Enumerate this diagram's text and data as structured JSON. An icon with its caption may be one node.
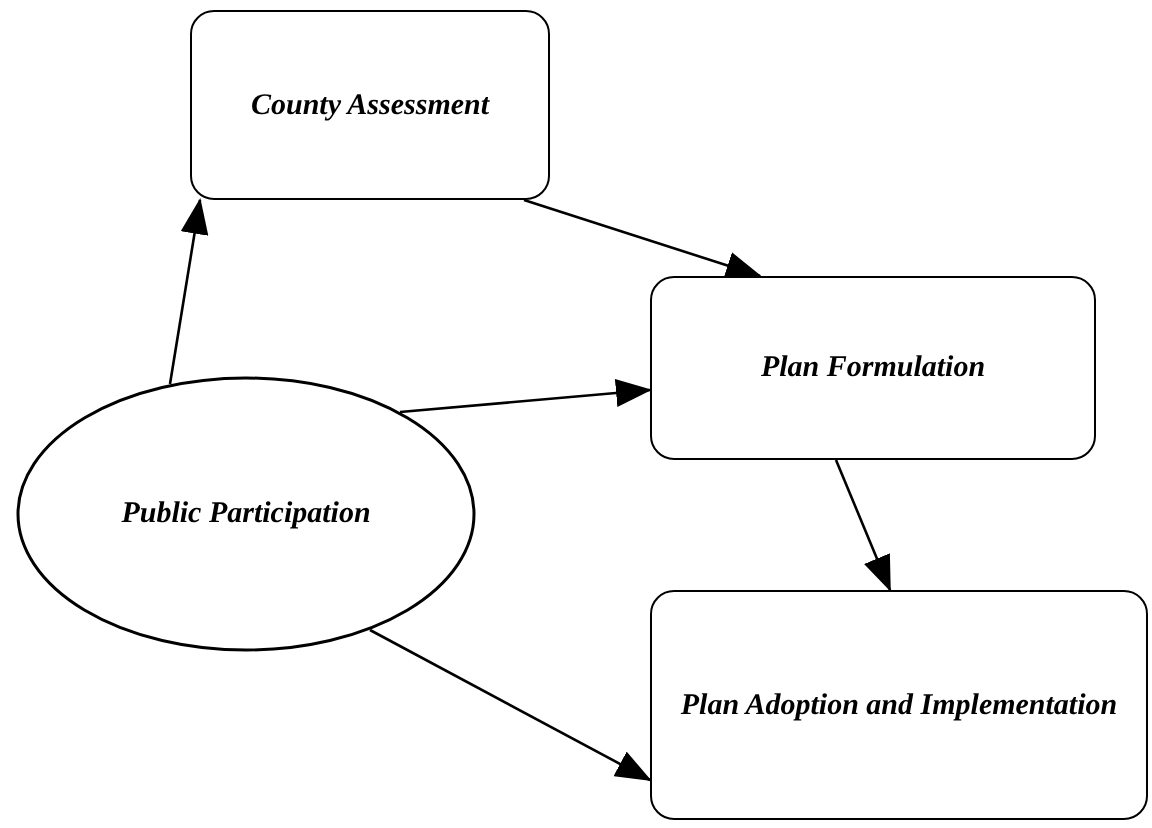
{
  "diagram": {
    "nodes": [
      {
        "text": [
          "County Assessment"
        ]
      },
      {
        "text": [
          "Plan Formulation"
        ]
      },
      {
        "text": [
          "Public Participation"
        ]
      },
      {
        "text": [
          "Plan Adoption and Implementation"
        ]
      }
    ],
    "edges": [
      {
        "from": 2,
        "to": 0,
        "arrow": "to"
      },
      {
        "from": 0,
        "to": 1,
        "arrow": "to"
      },
      {
        "from": 2,
        "to": 1,
        "arrow": "to"
      },
      {
        "from": 1,
        "to": 3,
        "arrow": "to"
      },
      {
        "from": 2,
        "to": 3,
        "arrow": "to"
      }
    ]
  }
}
